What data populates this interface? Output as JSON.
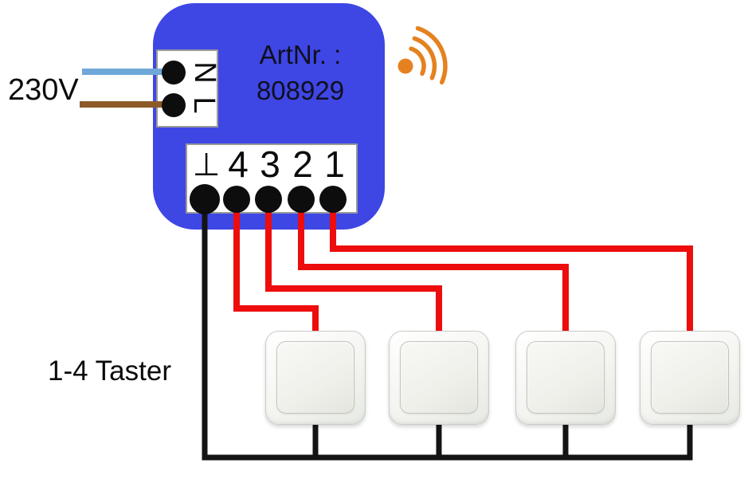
{
  "diagram": {
    "power_label": "230V",
    "taster_label": "1-4 Taster"
  },
  "module": {
    "art_label": "ArtNr. :",
    "art_number": "808929",
    "body_color": "#3e46e4",
    "input_terminals": [
      {
        "label": "N"
      },
      {
        "label": "L"
      }
    ],
    "output_terminals": [
      {
        "label": "⊥"
      },
      {
        "label": "4"
      },
      {
        "label": "3"
      },
      {
        "label": "2"
      },
      {
        "label": "1"
      }
    ]
  },
  "wire_colors": {
    "neutral": "#6ea7d8",
    "live": "#8e5a28",
    "button": "#ed0d0d",
    "common": "#141414"
  },
  "radio_icon": {
    "color": "#e5821f"
  },
  "switches": {
    "count": 4
  }
}
